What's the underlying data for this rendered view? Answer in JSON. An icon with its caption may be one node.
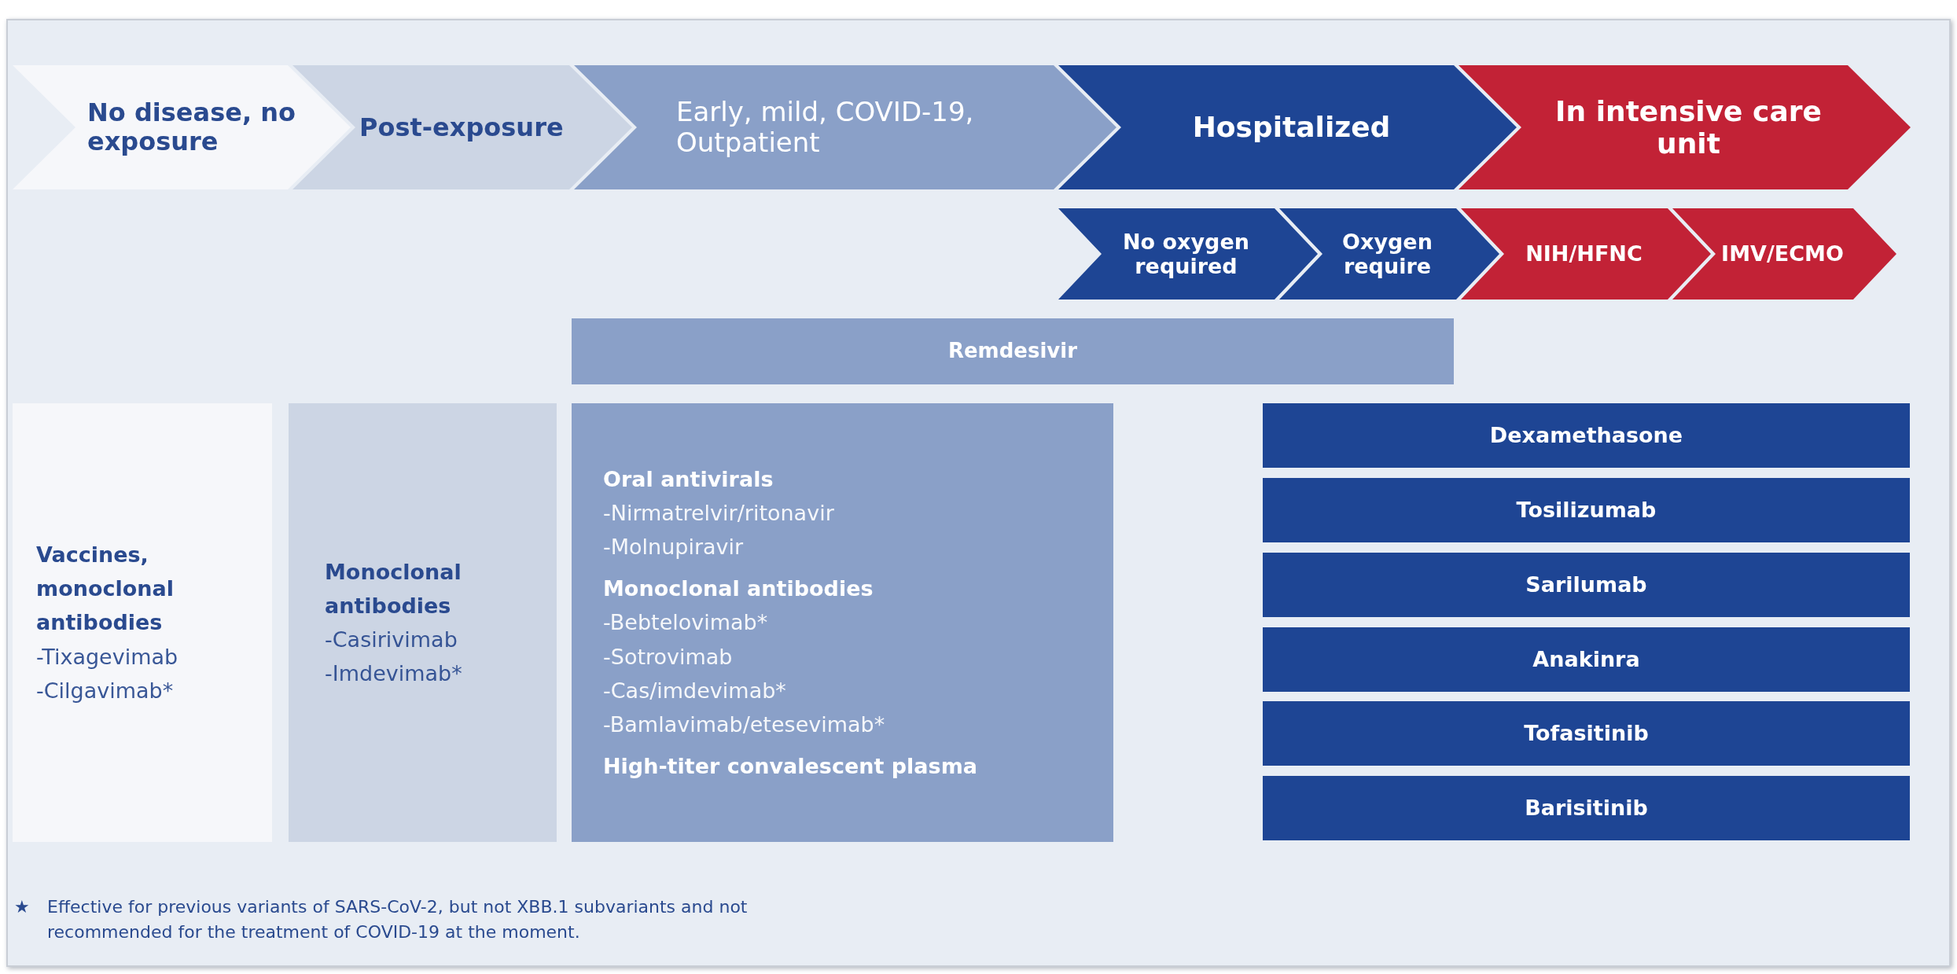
{
  "diagram": {
    "nodes": [
      {
        "text": [
          "No disease, no exposure"
        ]
      },
      {
        "text": [
          "Post-exposure"
        ]
      },
      {
        "text": [
          "Early, mild, COVID-19, Outpatient"
        ]
      },
      {
        "text": [
          "Hospitalized"
        ]
      },
      {
        "text": [
          "In intensive care unit"
        ]
      },
      {
        "text": [
          "No oxygen required"
        ]
      },
      {
        "text": [
          "Oxygen require"
        ]
      },
      {
        "text": [
          "NIH/HFNC"
        ]
      },
      {
        "text": [
          "IMV/ECMO"
        ]
      },
      {
        "text": [
          "Remdesivir"
        ]
      },
      {
        "text": [
          "Vaccines, monoclonal antibodies",
          "-Tixagevimab",
          "-Cilgavimab*"
        ]
      },
      {
        "text": [
          "Monoclonal antibodies",
          "-Casirivimab",
          "-Imdevimab*"
        ]
      },
      {
        "text": [
          "Oral antivirals",
          "-Nirmatrelvir/ritonavir",
          "-Molnupiravir",
          "Monoclonal antibodies",
          "-Bebtelovimab*",
          "-Sotrovimab",
          "-Cas/imdevimab*",
          "-Bamlavimab/etesevimab*",
          "High-titer convalescent plasma"
        ]
      },
      {
        "text": [
          "Dexamethasone"
        ]
      },
      {
        "text": [
          "Tosilizumab"
        ]
      },
      {
        "text": [
          "Sarilumab"
        ]
      },
      {
        "text": [
          "Anakinra"
        ]
      },
      {
        "text": [
          "Tofasitinib"
        ]
      },
      {
        "text": [
          "Barisitinib"
        ]
      }
    ],
    "labels": [
      "★",
      "Effective for previous variants of SARS-CoV-2, but not XBB.1 subvariants and not recommended for the treatment of COVID-19 at the moment."
    ]
  }
}
